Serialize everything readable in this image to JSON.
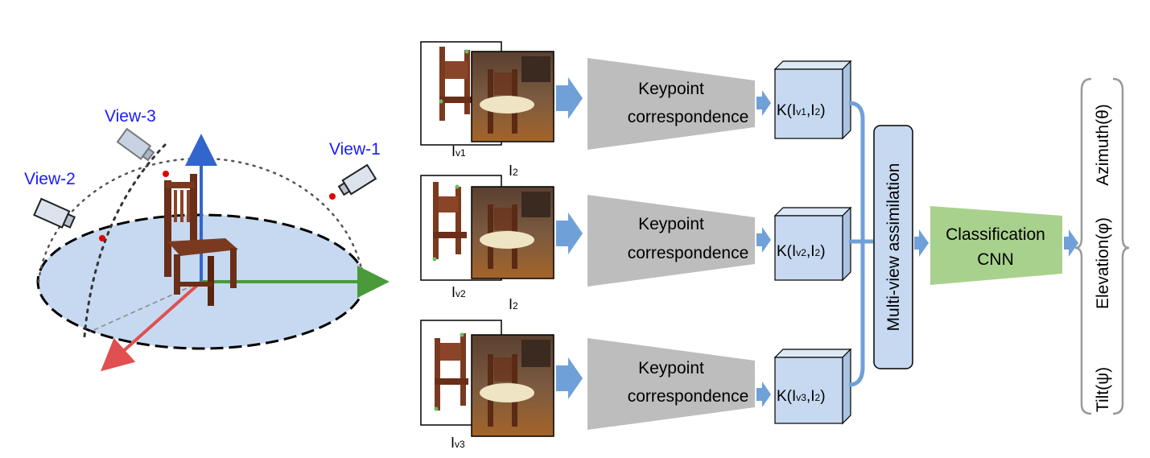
{
  "views": {
    "view1": "View-1",
    "view2": "View-2",
    "view3": "View-3"
  },
  "rows": [
    {
      "ref_label": "I",
      "ref_sub": "v1",
      "query_label": "I",
      "query_sub": "2",
      "block_line1": "Keypoint",
      "block_line2": "correspondence",
      "k_prefix": "K(I",
      "k_sub1": "v1",
      "k_mid": ",I",
      "k_sub2": "2",
      "k_suffix": ")"
    },
    {
      "ref_label": "I",
      "ref_sub": "v2",
      "query_label": "I",
      "query_sub": "2",
      "block_line1": "Keypoint",
      "block_line2": "correspondence",
      "k_prefix": "K(I",
      "k_sub1": "v2",
      "k_mid": ",I",
      "k_sub2": "2",
      "k_suffix": ")"
    },
    {
      "ref_label": "I",
      "ref_sub": "v3",
      "block_line1": "Keypoint",
      "block_line2": "correspondence",
      "k_prefix": "K(I",
      "k_sub1": "v3",
      "k_mid": ",I",
      "k_sub2": "2",
      "k_suffix": ")"
    }
  ],
  "assimilation": "Multi-view assimilation",
  "classifier": {
    "line1": "Classification",
    "line2": "CNN"
  },
  "outputs": {
    "azimuth": "Azimuth(θ)",
    "elevation": "Elevation(φ)",
    "tilt": "Tilt(ψ)"
  },
  "colors": {
    "view_label": "#1a1aff",
    "plane_fill": "#c6d9f0",
    "arrow_blue": "#6fa0d8",
    "block_gray": "#bdbdbd",
    "k_box": "#c6d9f0",
    "cnn_green": "#a9d18e",
    "axis_blue": "#3366cc",
    "axis_green": "#4a9a3a",
    "axis_red": "#e05050",
    "camera_dot": "#e00000"
  }
}
